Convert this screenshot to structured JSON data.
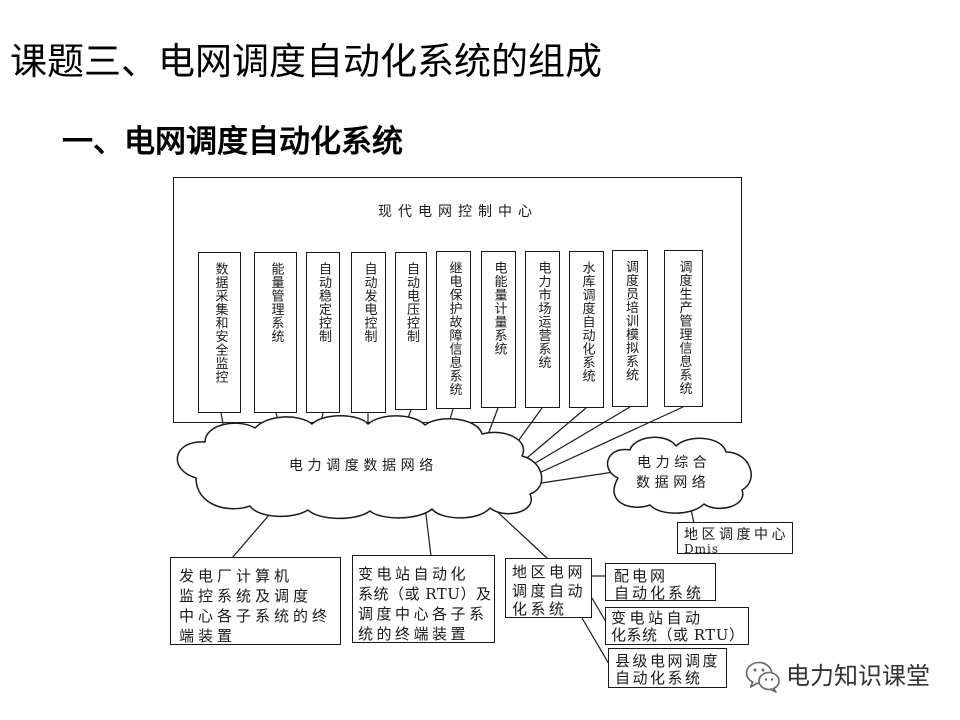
{
  "slide": {
    "title": "课题三、电网调度自动化系统的组成",
    "subtitle": "一、电网调度自动化系统"
  },
  "diagram": {
    "control_center": {
      "title": "现代电网控制中心",
      "subsystems": [
        "数据采集和安全监控",
        "能量管理系统",
        "自动稳定控制",
        "自动发电控制",
        "自动电压控制",
        "继电保护故障信息系统",
        "电能量计量系统",
        "电力市场运营系统",
        "水库调度自动化系统",
        "调度员培训模拟系统",
        "调度生产管理信息系统"
      ]
    },
    "dispatch_network": "电力调度数据网络",
    "integrated_network": [
      "电力综合",
      "数据网络"
    ],
    "regional_center": [
      "地区调度中心",
      "Dmis"
    ],
    "terminals": {
      "power_plant": [
        "发电厂计算机",
        "监控系统及调度",
        "中心各子系统的终",
        "端装置"
      ],
      "substation": [
        "变电站自动化",
        "系统（或 RTU）及",
        "调度中心各子系",
        "统的终端装置"
      ],
      "regional_grid": [
        "地区电网",
        "调度自动",
        "化系统"
      ]
    },
    "regional_subsystems": {
      "distribution": [
        "配电网",
        "自动化系统"
      ],
      "substation": [
        "变电站自动",
        "化系统（或 RTU）"
      ],
      "county": [
        "县级电网调度",
        "自动化系统"
      ]
    }
  },
  "watermark": {
    "icon": "wechat-icon",
    "text": "电力知识课堂"
  },
  "colors": {
    "background": "#ffffff",
    "ink": "#1a1a1a",
    "title_text": "#000000",
    "watermark_text": "#333333",
    "watermark_icon": "#666666"
  }
}
